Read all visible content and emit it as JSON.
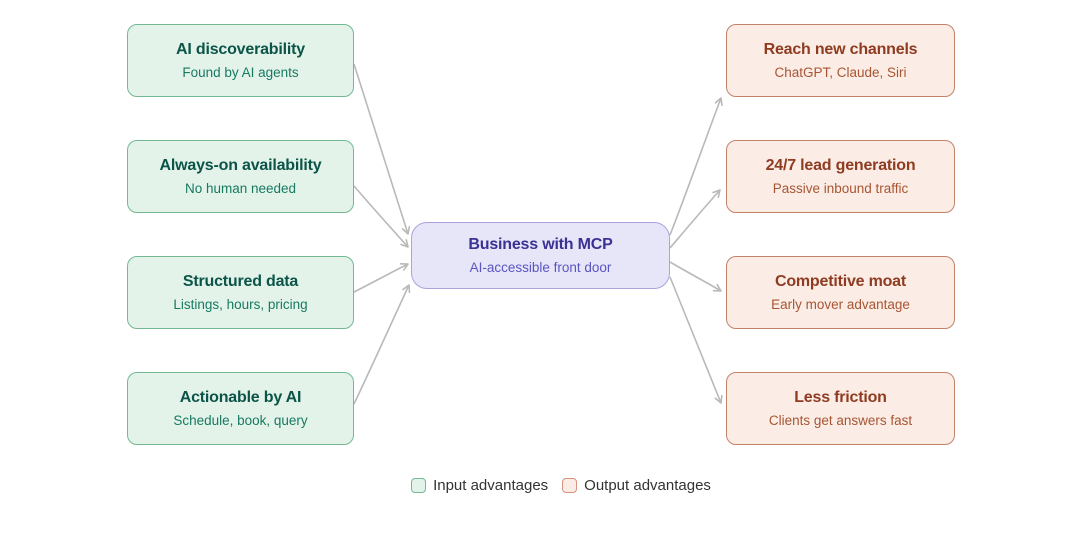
{
  "diagram": {
    "center": {
      "title": "Business with MCP",
      "subtitle": "AI-accessible front door"
    },
    "inputs": [
      {
        "title": "AI discoverability",
        "subtitle": "Found by AI agents"
      },
      {
        "title": "Always-on availability",
        "subtitle": "No human needed"
      },
      {
        "title": "Structured data",
        "subtitle": "Listings, hours, pricing"
      },
      {
        "title": "Actionable by AI",
        "subtitle": "Schedule, book, query"
      }
    ],
    "outputs": [
      {
        "title": "Reach new channels",
        "subtitle": "ChatGPT, Claude, Siri"
      },
      {
        "title": "24/7 lead generation",
        "subtitle": "Passive inbound traffic"
      },
      {
        "title": "Competitive moat",
        "subtitle": "Early mover advantage"
      },
      {
        "title": "Less friction",
        "subtitle": "Clients get answers fast"
      }
    ],
    "legend": [
      {
        "label": "Input advantages"
      },
      {
        "label": "Output advantages"
      }
    ],
    "colors": {
      "input_fill": "#e3f3ea",
      "input_border": "#74b894",
      "input_title": "#0b5447",
      "input_subtitle": "#177a61",
      "center_fill": "#e7e5f8",
      "center_border": "#a9a4dc",
      "center_title": "#3a3193",
      "center_subtitle": "#5b55c2",
      "output_fill": "#fbede5",
      "output_border": "#c2836a",
      "output_title": "#8e3b21",
      "output_subtitle": "#a85533",
      "legend_output_border": "#d69480",
      "arrow": "#b9b9b9",
      "legend_text": "#333333"
    }
  }
}
